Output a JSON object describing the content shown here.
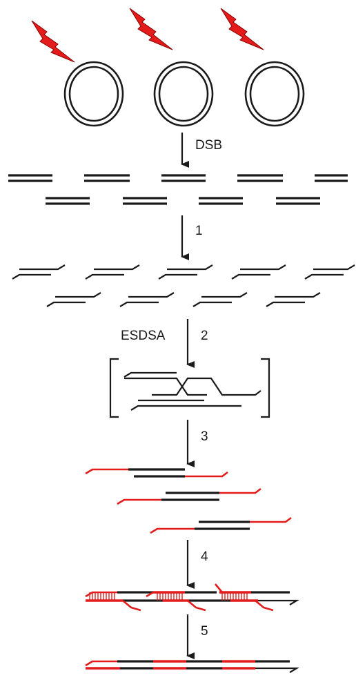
{
  "labels": {
    "dsb": "DSB",
    "step1": "1",
    "esdsa": "ESDSA",
    "step2": "2",
    "step3": "3",
    "step4": "4",
    "step5": "5"
  },
  "colors": {
    "dna": "#1a1a1a",
    "new_synthesis": "#e31b1b",
    "lightning": "#e31b1b"
  },
  "icons": [
    "lightning-bolt-icon",
    "circular-genome-icon",
    "arrow-down-icon"
  ]
}
